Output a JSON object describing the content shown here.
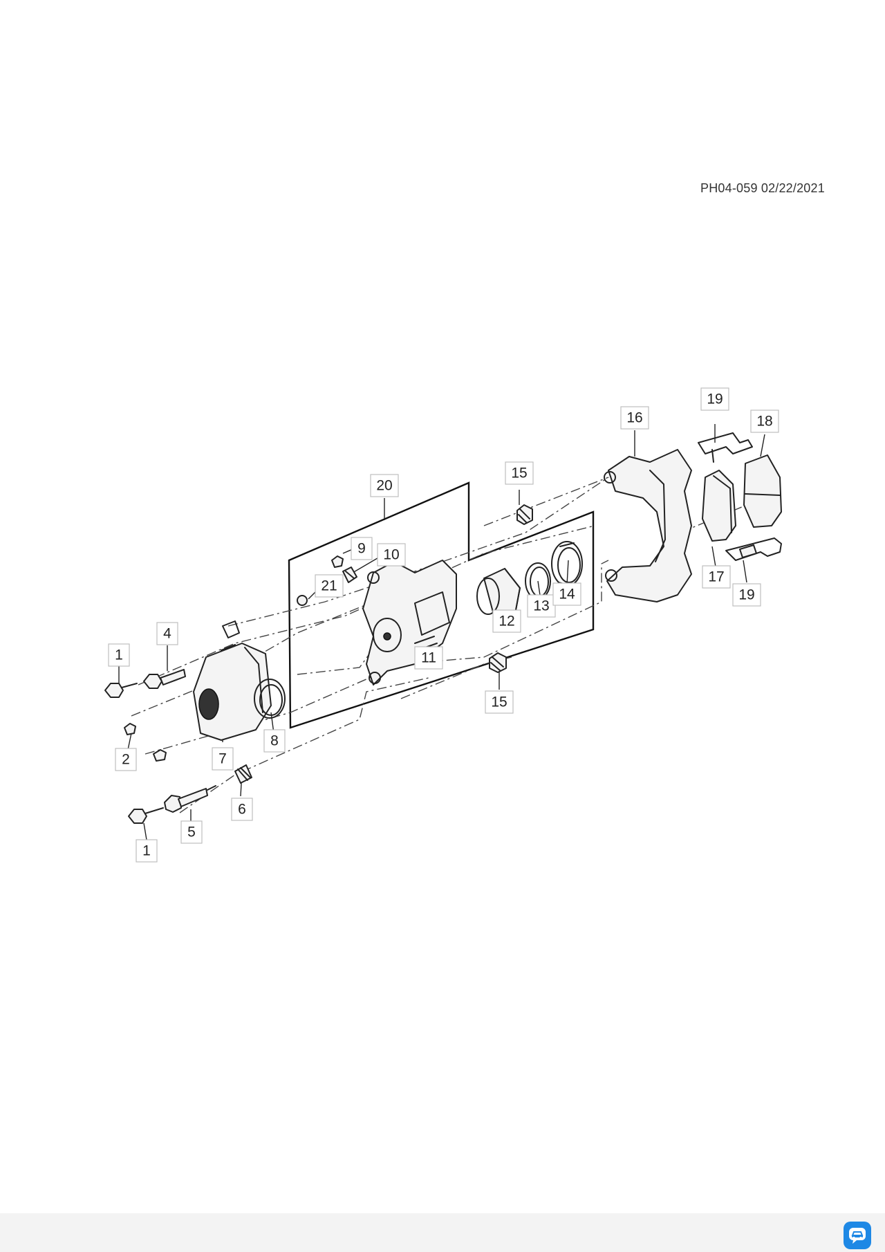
{
  "diagram": {
    "code": "PH04-059 02/22/2021",
    "callouts": [
      {
        "label": "1"
      },
      {
        "label": "4"
      },
      {
        "label": "2"
      },
      {
        "label": "7"
      },
      {
        "label": "8"
      },
      {
        "label": "6"
      },
      {
        "label": "5"
      },
      {
        "label": "1"
      },
      {
        "label": "20"
      },
      {
        "label": "9"
      },
      {
        "label": "10"
      },
      {
        "label": "21"
      },
      {
        "label": "11"
      },
      {
        "label": "12"
      },
      {
        "label": "13"
      },
      {
        "label": "14"
      },
      {
        "label": "15"
      },
      {
        "label": "15"
      },
      {
        "label": "16"
      },
      {
        "label": "19"
      },
      {
        "label": "18"
      },
      {
        "label": "17"
      },
      {
        "label": "19"
      }
    ]
  },
  "footer": {
    "app_icon": "car-chat-icon",
    "accent_color": "#1e88e5"
  }
}
